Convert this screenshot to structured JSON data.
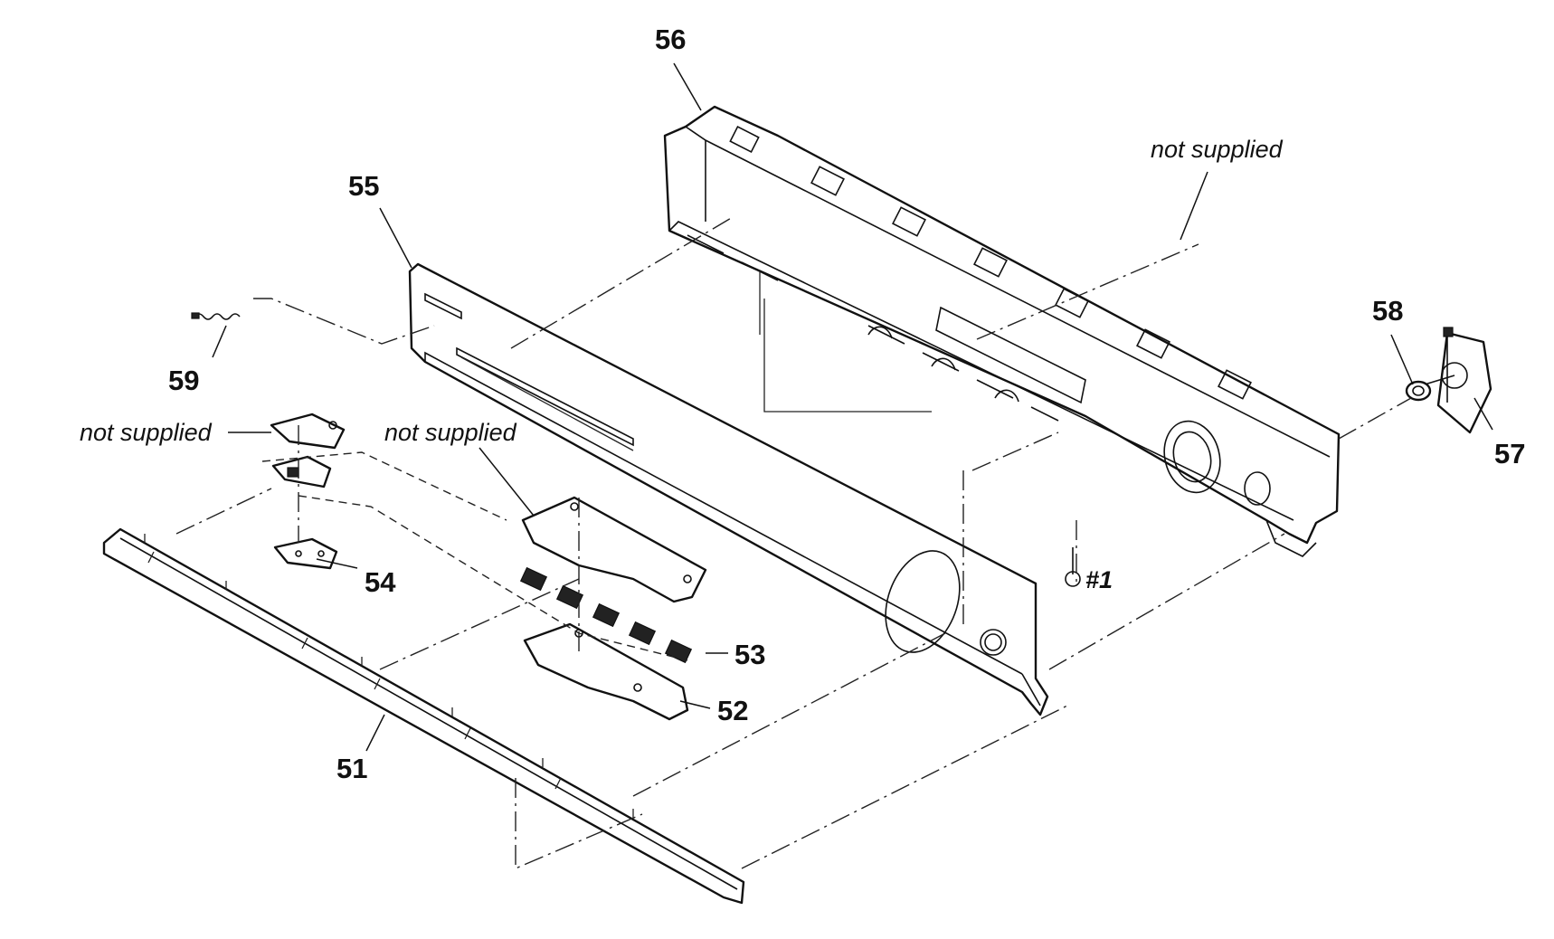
{
  "labels": {
    "p51": "51",
    "p52": "52",
    "p53": "53",
    "p54": "54",
    "p55": "55",
    "p56": "56",
    "p57": "57",
    "p58": "58",
    "p59": "59",
    "screw": "#1"
  },
  "notes": {
    "not_supplied_right": "not supplied",
    "not_supplied_left": "not supplied",
    "not_supplied_center": "not supplied"
  }
}
